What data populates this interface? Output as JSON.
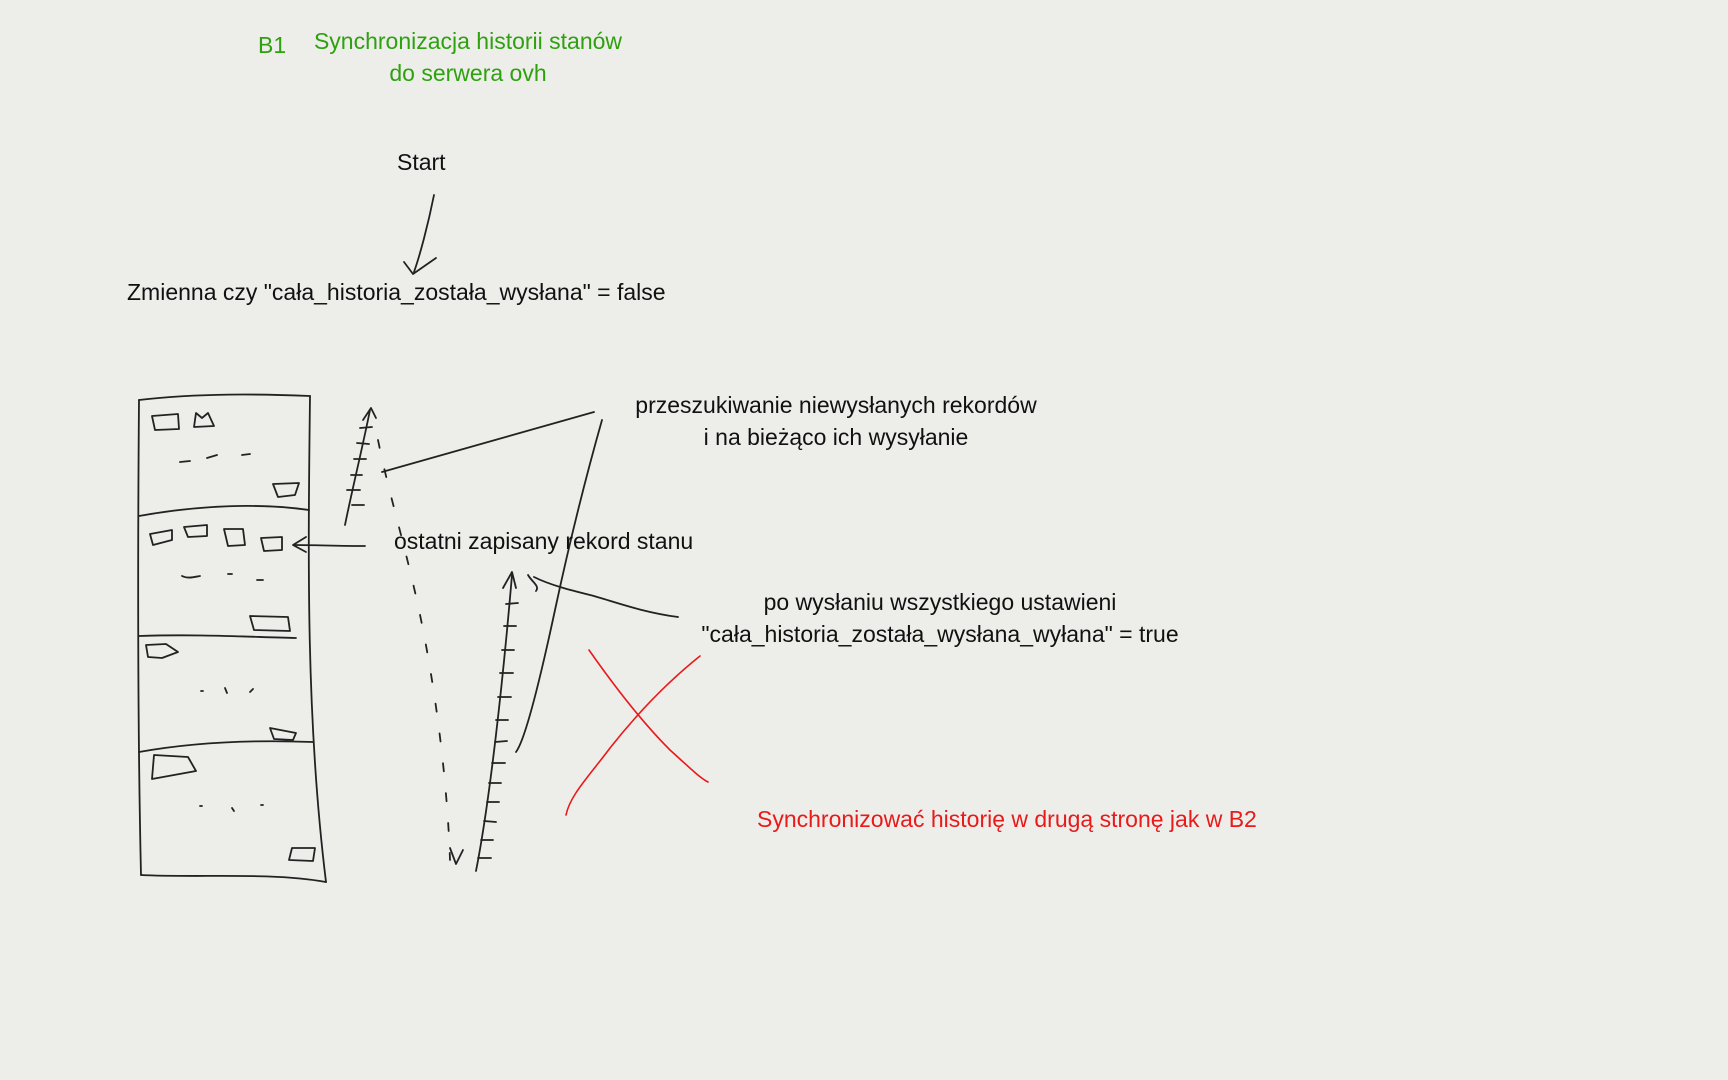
{
  "header": {
    "tag": "B1",
    "title_line1": "Synchronizacja historii stanów",
    "title_line2": "do serwera ovh"
  },
  "start_label": "Start",
  "variable_init": "Zmienna czy \"cała_historia_została_wysłana\" = false",
  "search_note": {
    "line1": "przeszukiwanie niewysłanych rekordów",
    "line2": "i na bieżąco ich wysyłanie"
  },
  "last_record_note": "ostatni zapisany rekord stanu",
  "after_send_note": {
    "line1": "po wysłaniu wszystkiego ustawieni",
    "line2": "\"cała_historia_została_wysłana_wyłana\" = true"
  },
  "todo_note": "Synchronizować historię w drugą stronę jak w B2",
  "colors": {
    "background": "#ededea",
    "ink": "#111111",
    "heading_green": "#2ea10f",
    "annotation_red": "#e81a1a"
  }
}
